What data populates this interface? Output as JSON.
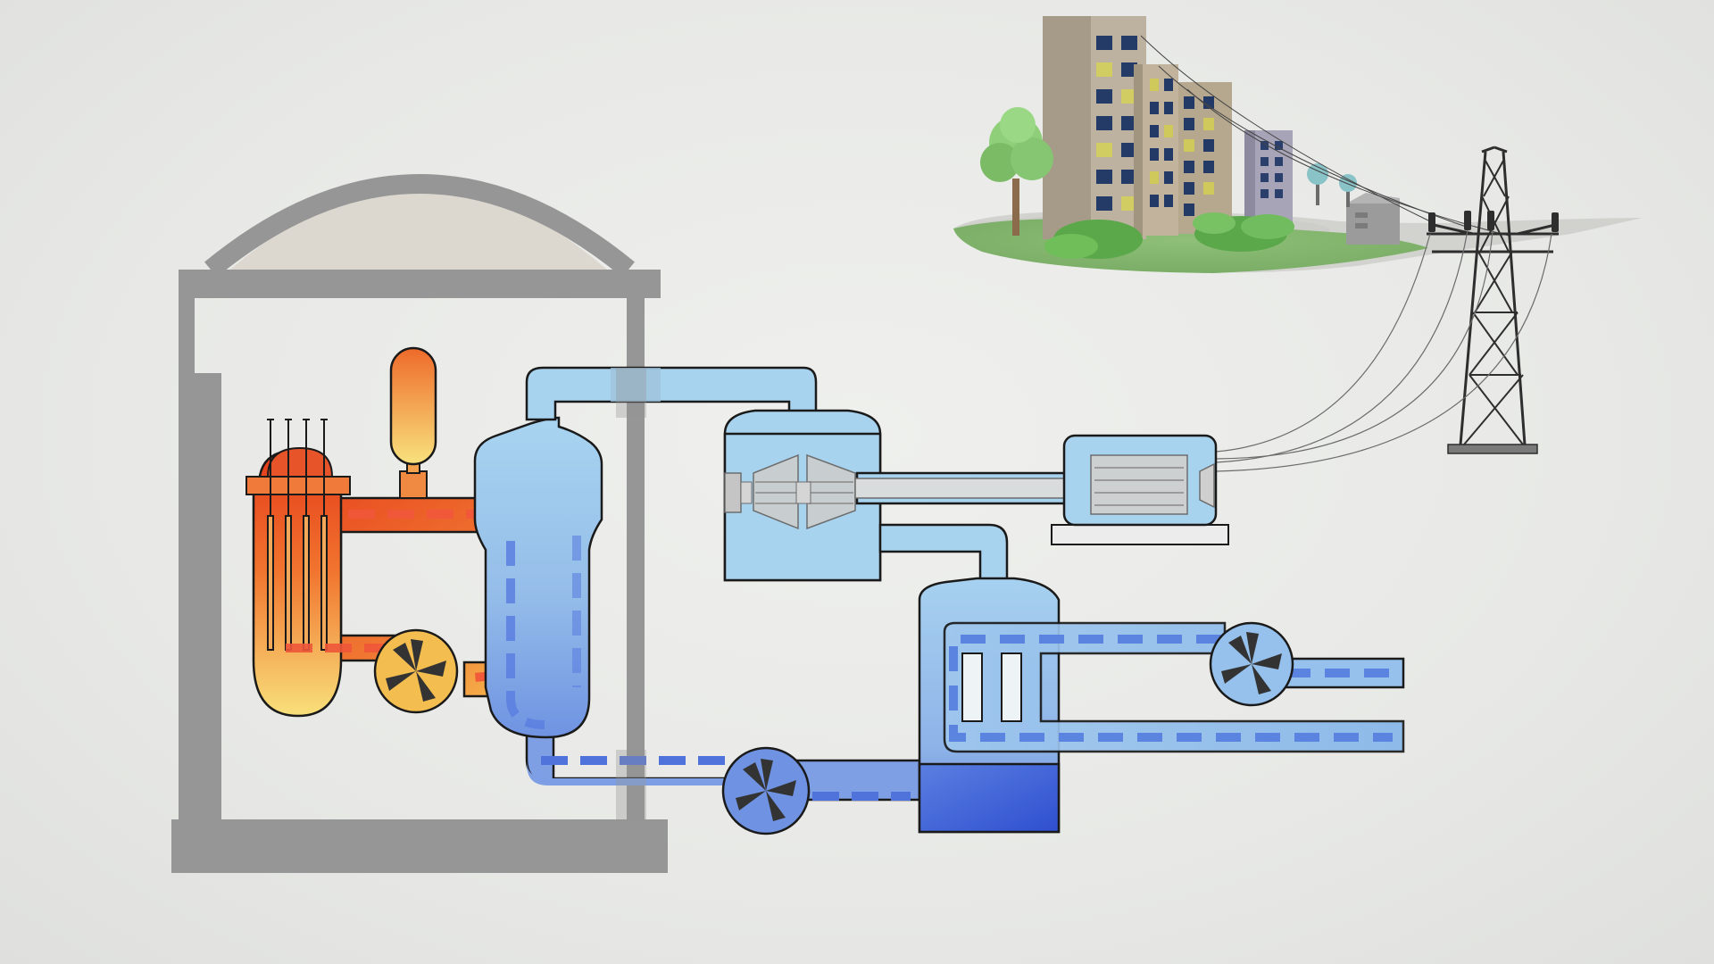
{
  "diagram": {
    "type": "pressurized-water-reactor-schematic",
    "components": [
      "containment-building",
      "reactor-vessel",
      "control-rods",
      "pressurizer",
      "primary-coolant-pump",
      "steam-generator",
      "steam-turbine",
      "electric-generator",
      "condenser",
      "feedwater-pump",
      "cooling-water-pump",
      "transmission-tower",
      "city"
    ]
  },
  "colors": {
    "background": "#ecedea",
    "containment": "#969696",
    "dome_fill": "#dcd8d0",
    "hot_coolant_top": "#e8471f",
    "hot_coolant_bottom": "#f7e37a",
    "dash_hot": "#f2523a",
    "steam_light": "#a9d4ef",
    "cold_water": "#4466d8",
    "dash_cold": "#5b84e0",
    "pump_blade": "#333333",
    "outline": "#1a1a1a",
    "grass": "#7cb36a",
    "building": "#b3a796",
    "window": "#233b66"
  }
}
